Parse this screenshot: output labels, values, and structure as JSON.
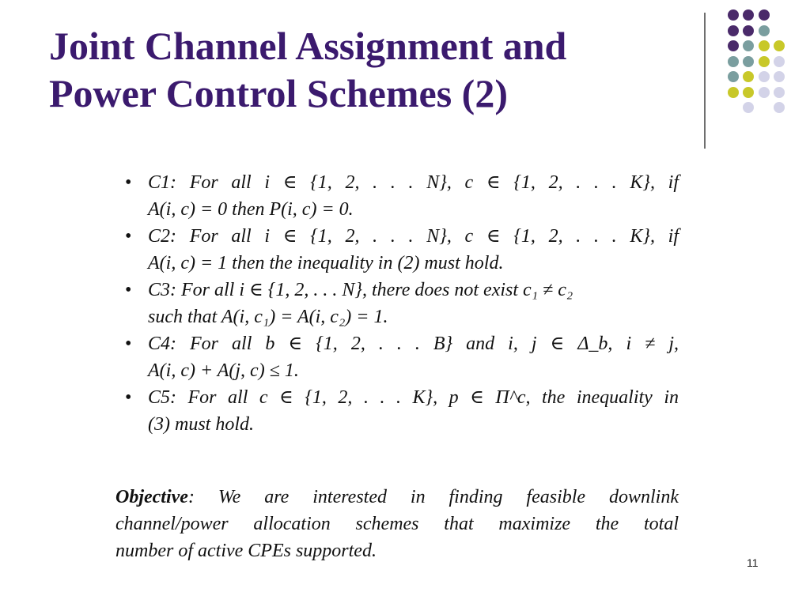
{
  "title": {
    "line1": "Joint Channel Assignment and",
    "line2": "Power Control Schemes (2)"
  },
  "decor": {
    "colors": {
      "purple": "#4a2a6a",
      "teal": "#7a9e9f",
      "olive": "#c8c829",
      "lavender": "#d3d3e8"
    }
  },
  "bullet_symbol": "•",
  "conditions": [
    {
      "line1": "C1: For all i ∈ {1, 2, . . . N}, c ∈ {1, 2, . . . K}, if",
      "line2": "A(i, c) = 0 then P(i, c) = 0."
    },
    {
      "line1": "C2: For all i ∈ {1, 2, . . . N}, c ∈ {1, 2, . . . K}, if",
      "line2": "A(i, c) = 1 then the inequality in (2) must hold."
    },
    {
      "line1": "C3: For all i ∈ {1, 2, . . . N}, there does not exist c₁ ≠ c₂",
      "line2": "such that A(i, c₁) = A(i, c₂) = 1."
    },
    {
      "line1": "C4: For all b ∈ {1, 2, . . . B} and i, j ∈ Δ_b, i ≠ j,",
      "line2": "A(i, c) + A(j, c) ≤ 1."
    },
    {
      "line1": "C5: For all c ∈ {1, 2, . . . K}, p ∈ Π^c, the inequality in",
      "line2": "(3) must hold."
    }
  ],
  "objective": {
    "heading": "Objective",
    "line1": ": We are interested in finding feasible downlink",
    "line2": "channel/power allocation schemes that maximize the total",
    "line3": "number of active CPEs supported."
  },
  "page_number": "11"
}
